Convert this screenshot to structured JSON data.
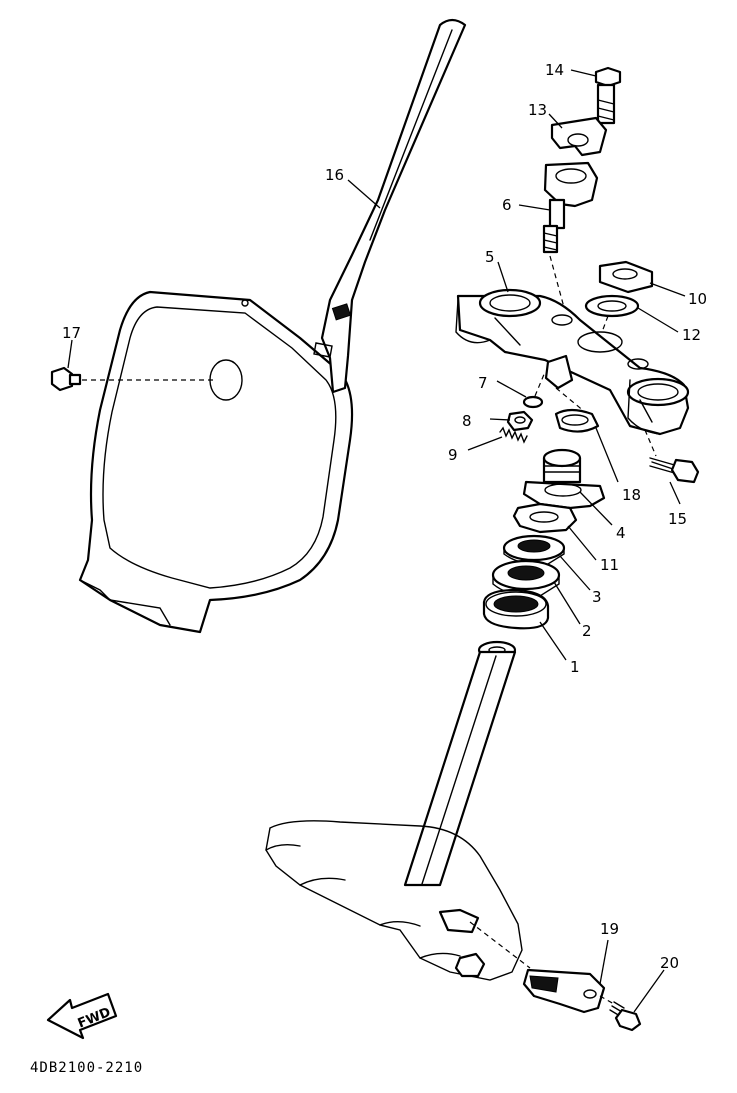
{
  "diagram": {
    "drawing_code": "4DB2100-2210",
    "direction_arrow": {
      "label": "FWD",
      "icon": "fwd-arrow-icon"
    },
    "callouts": [
      {
        "id": "c1",
        "label": "1"
      },
      {
        "id": "c2",
        "label": "2"
      },
      {
        "id": "c3",
        "label": "3"
      },
      {
        "id": "c4",
        "label": "4"
      },
      {
        "id": "c5",
        "label": "5"
      },
      {
        "id": "c6",
        "label": "6"
      },
      {
        "id": "c7",
        "label": "7"
      },
      {
        "id": "c8",
        "label": "8"
      },
      {
        "id": "c9",
        "label": "9"
      },
      {
        "id": "c10",
        "label": "10"
      },
      {
        "id": "c11",
        "label": "11"
      },
      {
        "id": "c12",
        "label": "12"
      },
      {
        "id": "c13",
        "label": "13"
      },
      {
        "id": "c14",
        "label": "14"
      },
      {
        "id": "c15",
        "label": "15"
      },
      {
        "id": "c16",
        "label": "16"
      },
      {
        "id": "c17",
        "label": "17"
      },
      {
        "id": "c18",
        "label": "18"
      },
      {
        "id": "c19",
        "label": "19"
      },
      {
        "id": "c20",
        "label": "20"
      }
    ]
  }
}
